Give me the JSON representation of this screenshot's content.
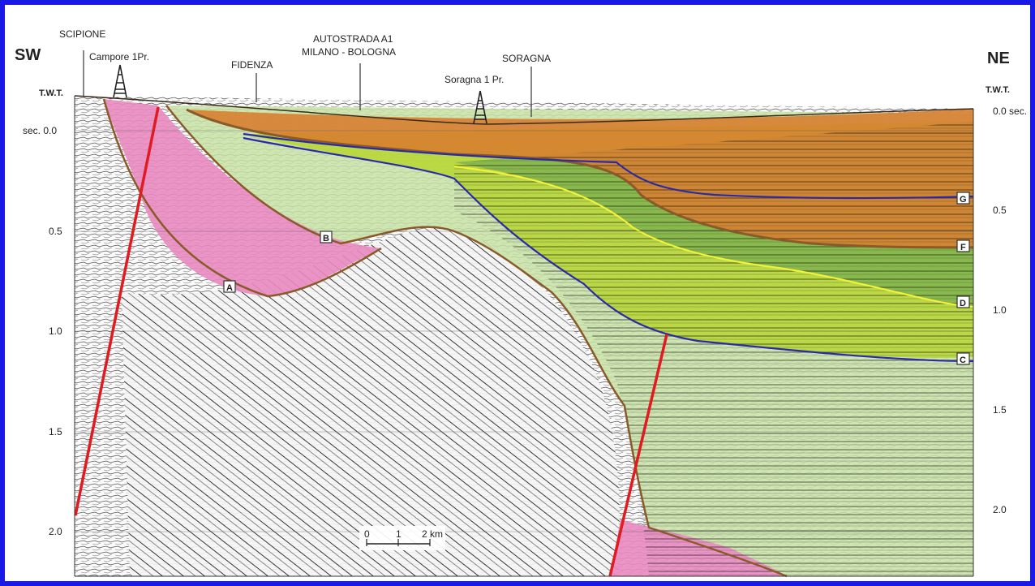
{
  "directions": {
    "left": "SW",
    "right": "NE"
  },
  "places": {
    "scipione": "SCIPIONE",
    "campore": "Campore 1Pr.",
    "fidenza": "FIDENZA",
    "autostrada_l1": "AUTOSTRADA A1",
    "autostrada_l2": "MILANO - BOLOGNA",
    "soragna_well": "Soragna 1 Pr.",
    "soragna": "SORAGNA"
  },
  "axis": {
    "title": "T.W.T.",
    "left_ticks": [
      "sec. 0.0",
      "0.5",
      "1.0",
      "1.5",
      "2.0"
    ],
    "right_ticks": [
      "0.0 sec.",
      "0.5",
      "1.0",
      "1.5",
      "2.0"
    ]
  },
  "horizons": [
    "A",
    "B",
    "C",
    "D",
    "F",
    "G"
  ],
  "scale_bar": {
    "ticks": [
      "0",
      "1",
      "2 km"
    ]
  },
  "colors": {
    "frame": "#1a1ae6",
    "pink_unit": "#e889c0",
    "pale_green_unit": "#c8e2a4",
    "yellow_green_unit": "#b7d630",
    "green_unit": "#7fb34c",
    "orange_unit": "#d77f30",
    "fault": "#e01b22",
    "horizon_blue": "#2a2aa8",
    "horizon_yellow": "#f2f23a",
    "horizon_brown": "#8a5a2a"
  }
}
